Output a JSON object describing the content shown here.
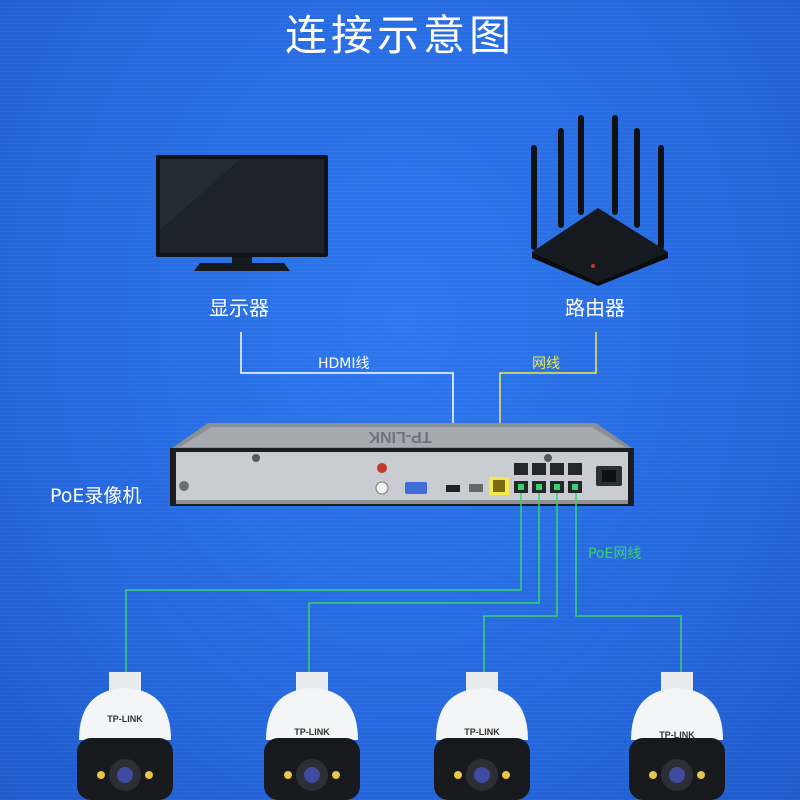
{
  "title": "连接示意图",
  "devices": {
    "monitor": "显示器",
    "router": "路由器",
    "nvr": "PoE录像机",
    "camera_brand": "TP-LINK",
    "nvr_brand": "TP-LINK"
  },
  "cables": {
    "hdmi": "HDMI线",
    "network": "网线",
    "poe": "PoE网线"
  },
  "colors": {
    "background": "#2a6fe3",
    "hdmi_line": "#ffffff",
    "network_line": "#f2e94a",
    "poe_line": "#38d36a",
    "text": "#ffffff"
  }
}
